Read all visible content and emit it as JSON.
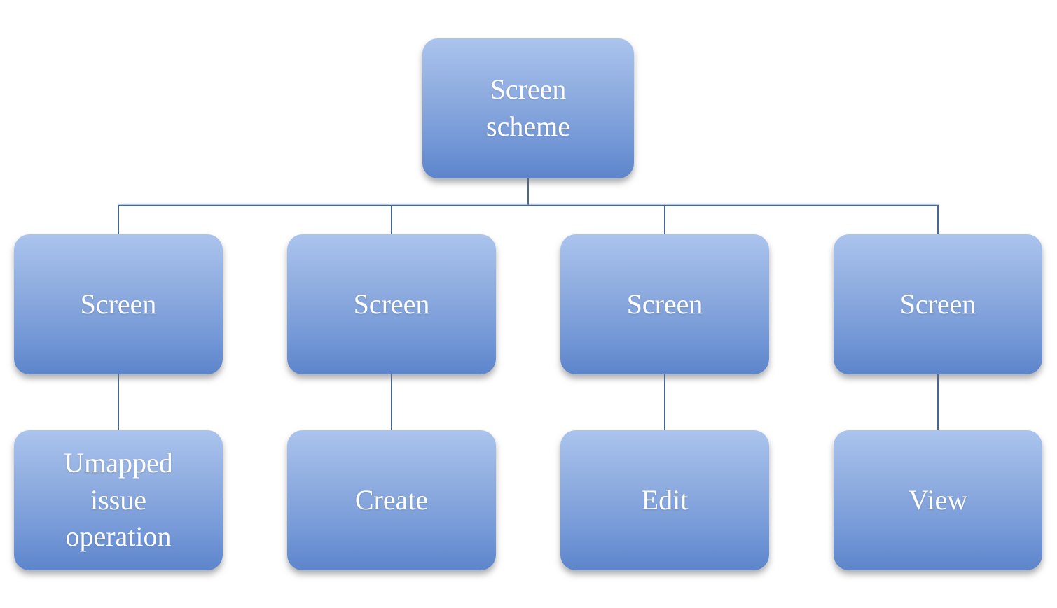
{
  "diagram": {
    "type": "org-chart-hierarchy",
    "root": {
      "label": "Screen scheme"
    },
    "branches": [
      {
        "parent_label": "Screen",
        "child_label": "Umapped issue operation"
      },
      {
        "parent_label": "Screen",
        "child_label": "Create"
      },
      {
        "parent_label": "Screen",
        "child_label": "Edit"
      },
      {
        "parent_label": "Screen",
        "child_label": "View"
      }
    ]
  },
  "colors": {
    "node_fill_top": "#abc4ee",
    "node_fill_bottom": "#5d85cb",
    "node_text": "#ffffff",
    "connector": "#47688f",
    "background": "#ffffff"
  }
}
